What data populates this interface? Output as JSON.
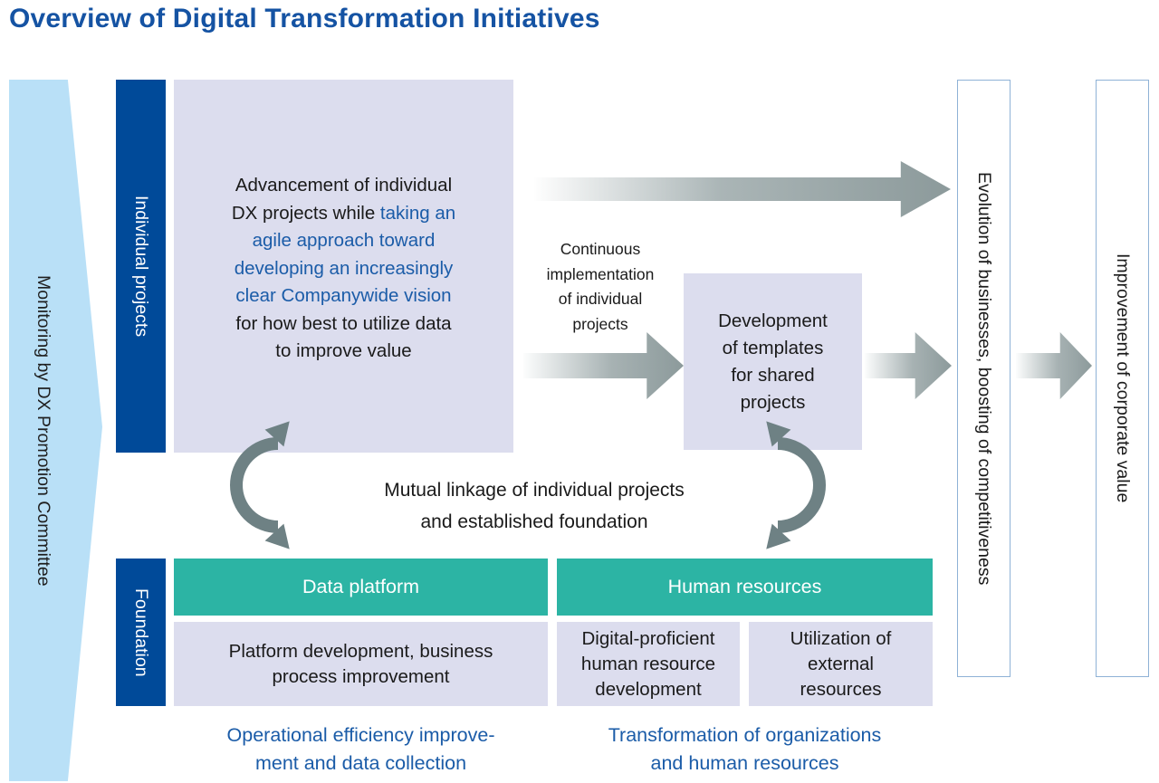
{
  "title": "Overview of Digital Transformation Initiatives",
  "colors": {
    "dark_blue": "#004a99",
    "light_blue": "#b9e0f7",
    "lavender": "#dcddee",
    "teal": "#2cb4a4",
    "arrow_gray": "#8c9a9b",
    "curved_arrow_gray": "#6e8184",
    "accent_blue_text": "#1b5ca8",
    "title_blue": "#1553a3",
    "outcome_border": "#8fb2d6"
  },
  "icons": {
    "flow_arrow": "right-gradient-arrow",
    "linkage_arrow": "curved-double-headed-arrow",
    "monitor_banner": "right-pointing-pentagon"
  },
  "monitoring": {
    "label": "Monitoring by DX Promotion Committee"
  },
  "individual_projects": {
    "side_label": "Individual projects",
    "main_text": {
      "black_1": "Advancement of individual\nDX projects while ",
      "blue": "taking an\nagile approach toward\ndeveloping an increasingly\nclear Companywide vision",
      "black_2": "\nfor how best to utilize data\nto improve value"
    },
    "continuous_label": "Continuous\nimplementation\nof individual\nprojects",
    "templates_box": "Development\nof templates\nfor shared\nprojects"
  },
  "linkage": {
    "label": "Mutual linkage of individual projects\nand established foundation"
  },
  "foundation": {
    "side_label": "Foundation",
    "data_platform": {
      "header": "Data platform",
      "detail": "Platform development, business\nprocess improvement",
      "caption": "Operational efficiency improve-\nment and data collection"
    },
    "human_resources": {
      "header": "Human resources",
      "detail_development": "Digital-proficient\nhuman resource\ndevelopment",
      "detail_external": "Utilization of\nexternal\nresources",
      "caption": "Transformation of organizations\nand human resources"
    }
  },
  "outcomes": {
    "first": "Evolution of businesses, boosting of competitiveness",
    "second": "Improvement of corporate value"
  }
}
